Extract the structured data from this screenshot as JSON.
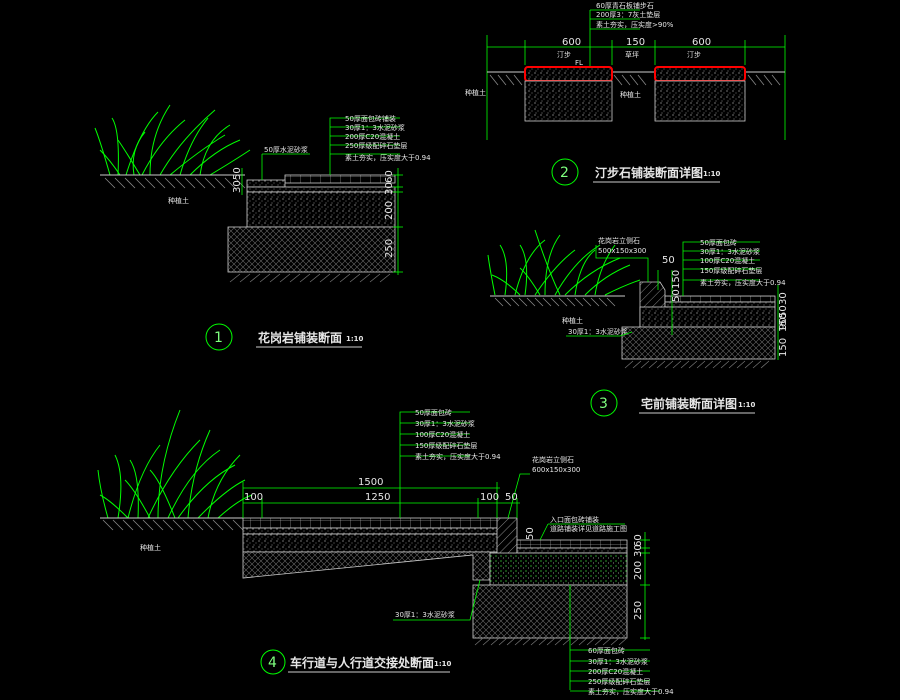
{
  "detail1": {
    "num": "1",
    "title": "花岗岩铺装断面",
    "scale": "1:10",
    "layers": [
      "50厚面包砖铺装",
      "30厚1：3水泥砂浆",
      "200厚C20混凝土",
      "250厚级配碎石垫层",
      "素土夯实，压实度大于0.94"
    ],
    "edge_label": "50厚水泥砂浆",
    "soil_label": "种植土",
    "dims": [
      "30",
      "50",
      "30",
      "60",
      "200",
      "250"
    ]
  },
  "detail2": {
    "num": "2",
    "title": "汀步石铺装断面详图",
    "scale": "1:10",
    "notes": [
      "60厚青石板铺步石",
      "200厚3：7灰土垫层",
      "素土夯实，压实度>90%"
    ],
    "dims": [
      "600",
      "150",
      "600"
    ],
    "fl": "FL",
    "labels": [
      "汀步",
      "汀步",
      "草坪",
      "种植土",
      "种植土"
    ]
  },
  "detail3": {
    "num": "3",
    "title": "宅前铺装断面详图",
    "scale": "1:10",
    "curb_label": "花岗岩立侧石",
    "curb_size": "500x150x300",
    "layers": [
      "50厚面包砖",
      "30厚1：3水泥砂浆",
      "100厚C20混凝土",
      "150厚级配碎石垫层",
      "素土夯实，压实度大于0.94"
    ],
    "mortar": "30厚1：3水泥砂浆",
    "soil_label": "种植土",
    "dims": [
      "50",
      "50",
      "150",
      "30",
      "50",
      "150",
      "90",
      "150"
    ]
  },
  "detail4": {
    "num": "4",
    "title": "车行道与人行道交接处断面",
    "scale": "1:10",
    "layers_top": [
      "50厚面包砖",
      "30厚1：3水泥砂浆",
      "100厚C20混凝土",
      "150厚级配碎石垫层",
      "素土夯实，压实度大于0.94"
    ],
    "curb_label": "花岗岩立侧石",
    "curb_size": "600x150x300",
    "road_labels": [
      "入口面包砖铺装",
      "道路铺装详见道路施工图"
    ],
    "dims_top": [
      "1500",
      "100",
      "1250",
      "100",
      "50"
    ],
    "dims_right": [
      "30",
      "60",
      "200",
      "250"
    ],
    "curb_dim": "50",
    "mortar": "30厚1：3水泥砂浆",
    "layers_bottom": [
      "60厚面包砖",
      "30厚1：3水泥砂浆",
      "200厚C20混凝土",
      "250厚级配碎石垫层",
      "素土夯实，压实度大于0.94"
    ],
    "soil_label": "种植土"
  },
  "colors": {
    "line": "#e6e6e6",
    "green": "#00ff00",
    "red": "#ff0000",
    "text": "#e6e6e6"
  }
}
